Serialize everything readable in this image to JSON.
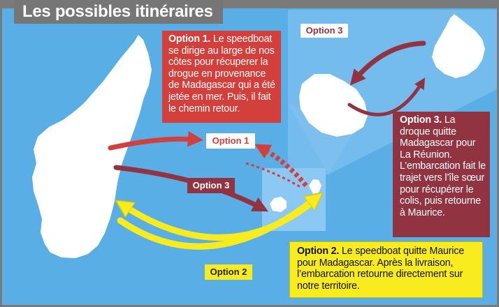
{
  "title": "Les possibles itinéraires",
  "option1": {
    "label": "Option 1",
    "heading": "Option 1.",
    "text": " Le speedboat se dirige au large de nos côtes pour récuperer la drogue en provenance de Madagascar qui a été jetée en mer. Puis, il fait le chemin retour."
  },
  "option2": {
    "label": "Option 2",
    "heading": "Option 2.",
    "text": " Le speedboat quitte Maurice pour Madagascar. Après la livraison, l’embarcation retourne directement sur notre territoire."
  },
  "option3": {
    "label": "Option 3",
    "heading": "Option 3.",
    "text": " La droque quitte Madagascar pour La Réunion. L’embarcation fait le trajet vers l’île sœur pour récupérer le colis, puis retourne à Maurice."
  },
  "colors": {
    "sea": "#5aaee6",
    "sea_light": "#8cc8f4",
    "land": "#ffffff",
    "option1": "#d33f3b",
    "option2": "#f8ec1f",
    "option3": "#913340",
    "title_bg": "#767676"
  }
}
